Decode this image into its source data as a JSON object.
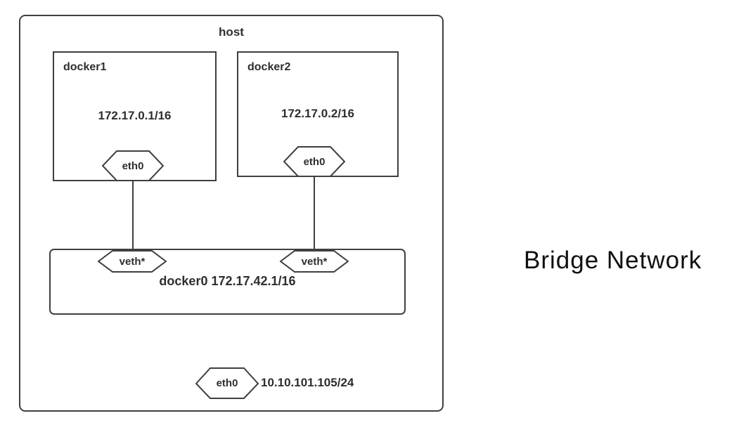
{
  "diagram": {
    "title": "Bridge Network",
    "host": {
      "label": "host",
      "containers": [
        {
          "name": "docker1",
          "ip": "172.17.0.1/16",
          "interface": "eth0"
        },
        {
          "name": "docker2",
          "ip": "172.17.0.2/16",
          "interface": "eth0"
        }
      ],
      "bridge": {
        "label": "docker0 172.17.42.1/16",
        "ports": [
          "veth*",
          "veth*"
        ]
      },
      "host_interface": {
        "label": "eth0",
        "ip": "10.10.101.105/24"
      }
    }
  },
  "colors": {
    "line": "#3f3f3f",
    "text": "#2e2e2e",
    "title_text": "#101010",
    "background": "#ffffff"
  }
}
